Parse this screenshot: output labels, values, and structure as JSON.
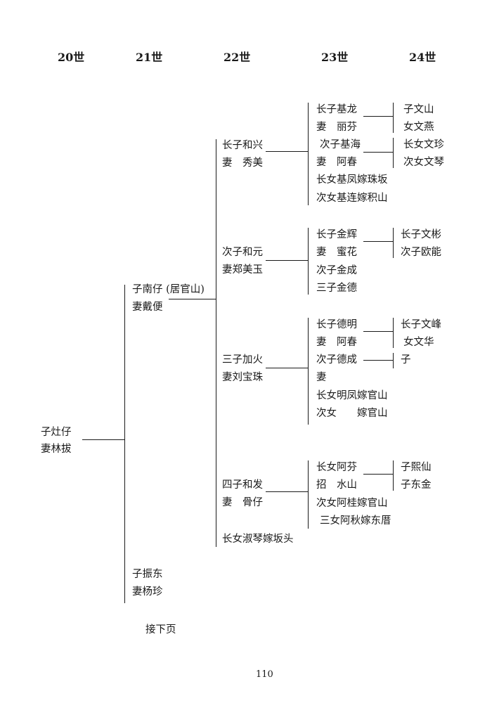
{
  "generations": [
    "20世",
    "21世",
    "22世",
    "23世",
    "24世"
  ],
  "root": {
    "name": "子灶仔",
    "wife": "妻林拔"
  },
  "gen21": [
    {
      "name": "子南仔 (居官山)",
      "wife": "妻戴便"
    },
    {
      "name": "子振东",
      "wife": "妻杨珍"
    }
  ],
  "gen22": [
    {
      "name": "长子和兴",
      "wife": "妻　秀美"
    },
    {
      "name": "次子和元",
      "wife": "妻郑美玉"
    },
    {
      "name": "三子加火",
      "wife": "妻刘宝珠"
    },
    {
      "name": "四子和发",
      "wife": "妻　骨仔"
    },
    {
      "name": "长女淑琴嫁坂头"
    }
  ],
  "gen23": {
    "g1": [
      "长子基龙",
      "妻　丽芬",
      "次子基海",
      "妻　阿春",
      "长女基凤嫁珠坂",
      "次女基连嫁积山"
    ],
    "g2": [
      "长子金辉",
      "妻　蜜花",
      "次子金成",
      "三子金德"
    ],
    "g3": [
      "长子德明",
      "妻　阿春",
      "次子德成",
      "妻",
      "长女明凤嫁官山",
      "次女　　嫁官山"
    ],
    "g4": [
      "长女阿芬",
      "招　水山",
      "次女阿桂嫁官山",
      "三女阿秋嫁东厝"
    ]
  },
  "gen24": {
    "g1": [
      "子文山",
      "女文燕",
      "长女文珍",
      "次女文琴"
    ],
    "g2": [
      "长子文彬",
      "次子欧能"
    ],
    "g3": [
      "长子文峰",
      "女文华",
      "子"
    ],
    "g4": [
      "子熙仙",
      "子东金"
    ]
  },
  "footer": {
    "continue": "接下页",
    "page_number": "110"
  }
}
